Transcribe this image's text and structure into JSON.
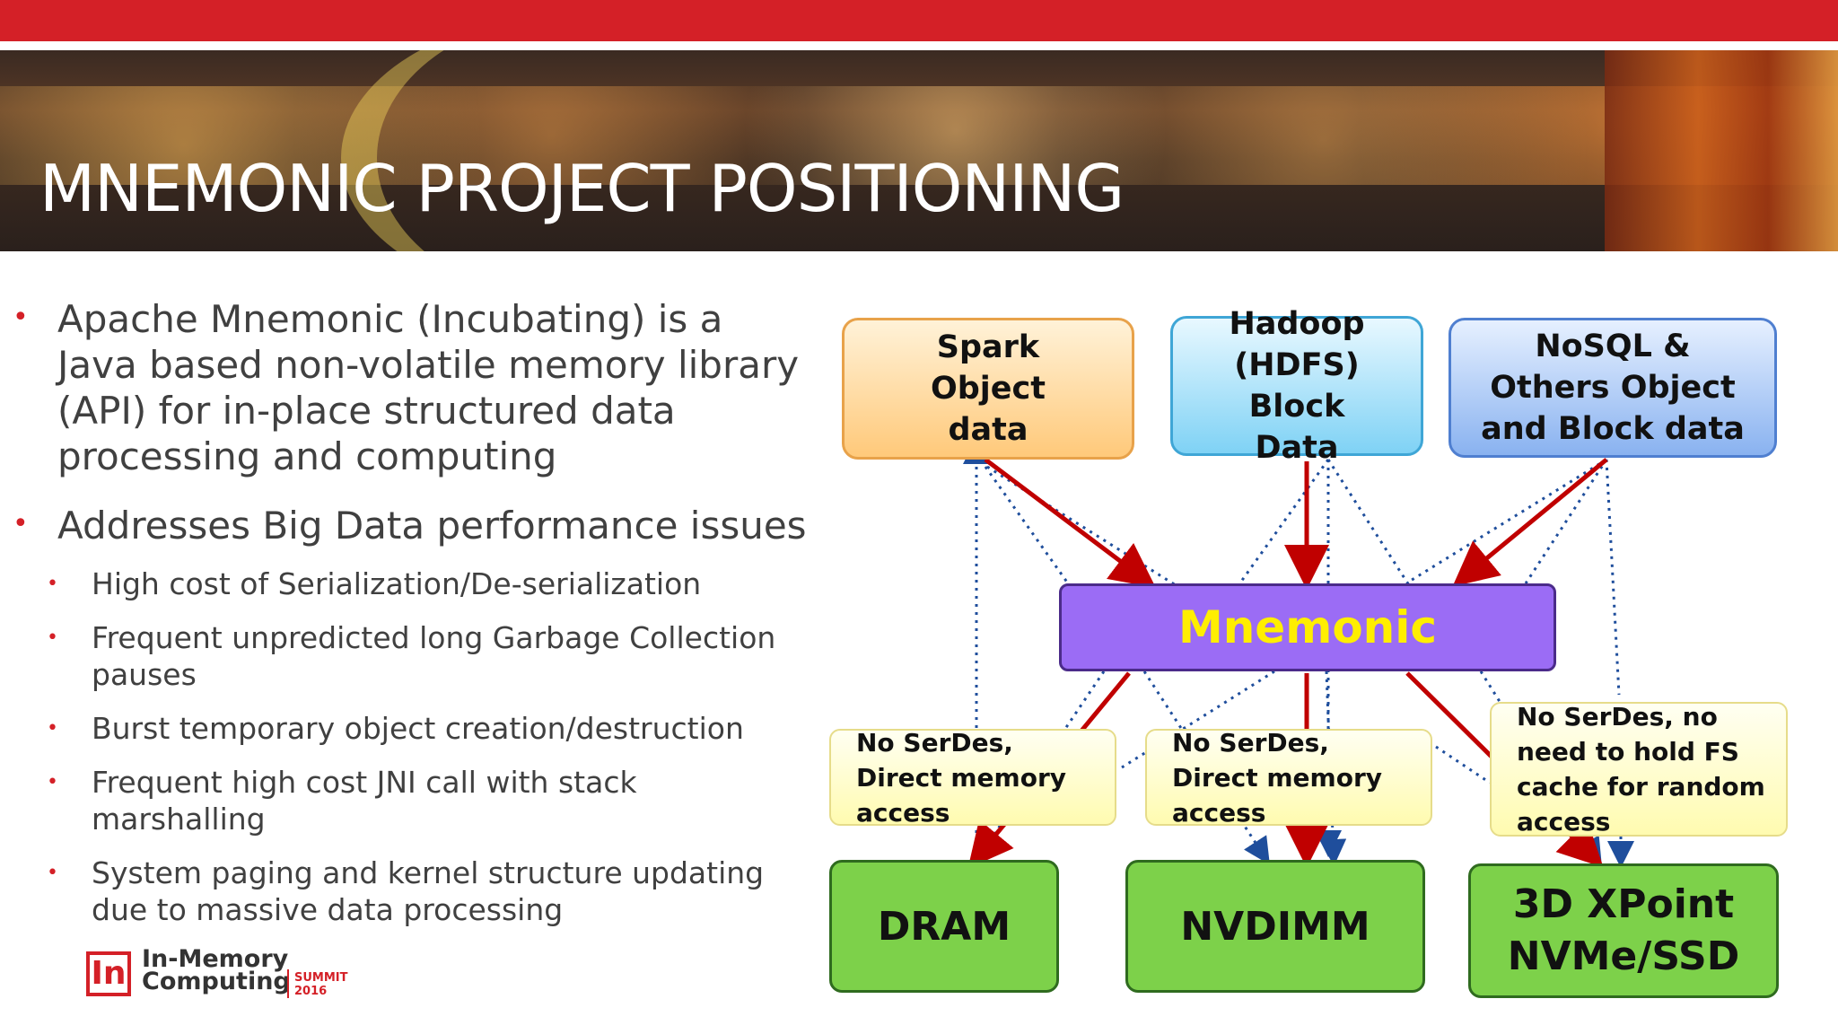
{
  "slide": {
    "title": "MNEMONIC PROJECT POSITIONING"
  },
  "bullets": [
    {
      "level": 1,
      "text": "Apache Mnemonic (Incubating) is a Java based non-volatile memory library (API) for in-place structured data processing and computing"
    },
    {
      "level": 1,
      "text": "Addresses Big Data performance issues"
    },
    {
      "level": 2,
      "text": "High cost of Serialization/De-serialization"
    },
    {
      "level": 2,
      "text": "Frequent unpredicted long Garbage Collection pauses"
    },
    {
      "level": 2,
      "text": "Burst temporary object creation/destruction"
    },
    {
      "level": 2,
      "text": "Frequent high cost JNI call with stack marshalling"
    },
    {
      "level": 2,
      "text": "System paging and kernel structure updating due to massive data processing"
    }
  ],
  "logo": {
    "name_line1": "In-Memory",
    "name_line2": "Computing",
    "summit_line1": "SUMMIT",
    "summit_line2": "2016"
  },
  "diagram": {
    "sources": {
      "spark": "Spark Object data",
      "hadoop": "Hadoop (HDFS) Block Data",
      "nosql": "NoSQL & Others Object and Block data"
    },
    "center": "Mnemonic",
    "notes": {
      "note1": "No SerDes, Direct memory access",
      "note2": "No SerDes, Direct memory access",
      "note3": "No SerDes, no need to hold FS cache for random access"
    },
    "targets": {
      "dram": "DRAM",
      "nvdimm": "NVDIMM",
      "xpoint": "3D XPoint NVMe/SSD"
    },
    "colors": {
      "solid_arrow": "#c00000",
      "dotted_arrow": "#1f4e9c",
      "mnemonic_text": "#ffee00"
    }
  }
}
